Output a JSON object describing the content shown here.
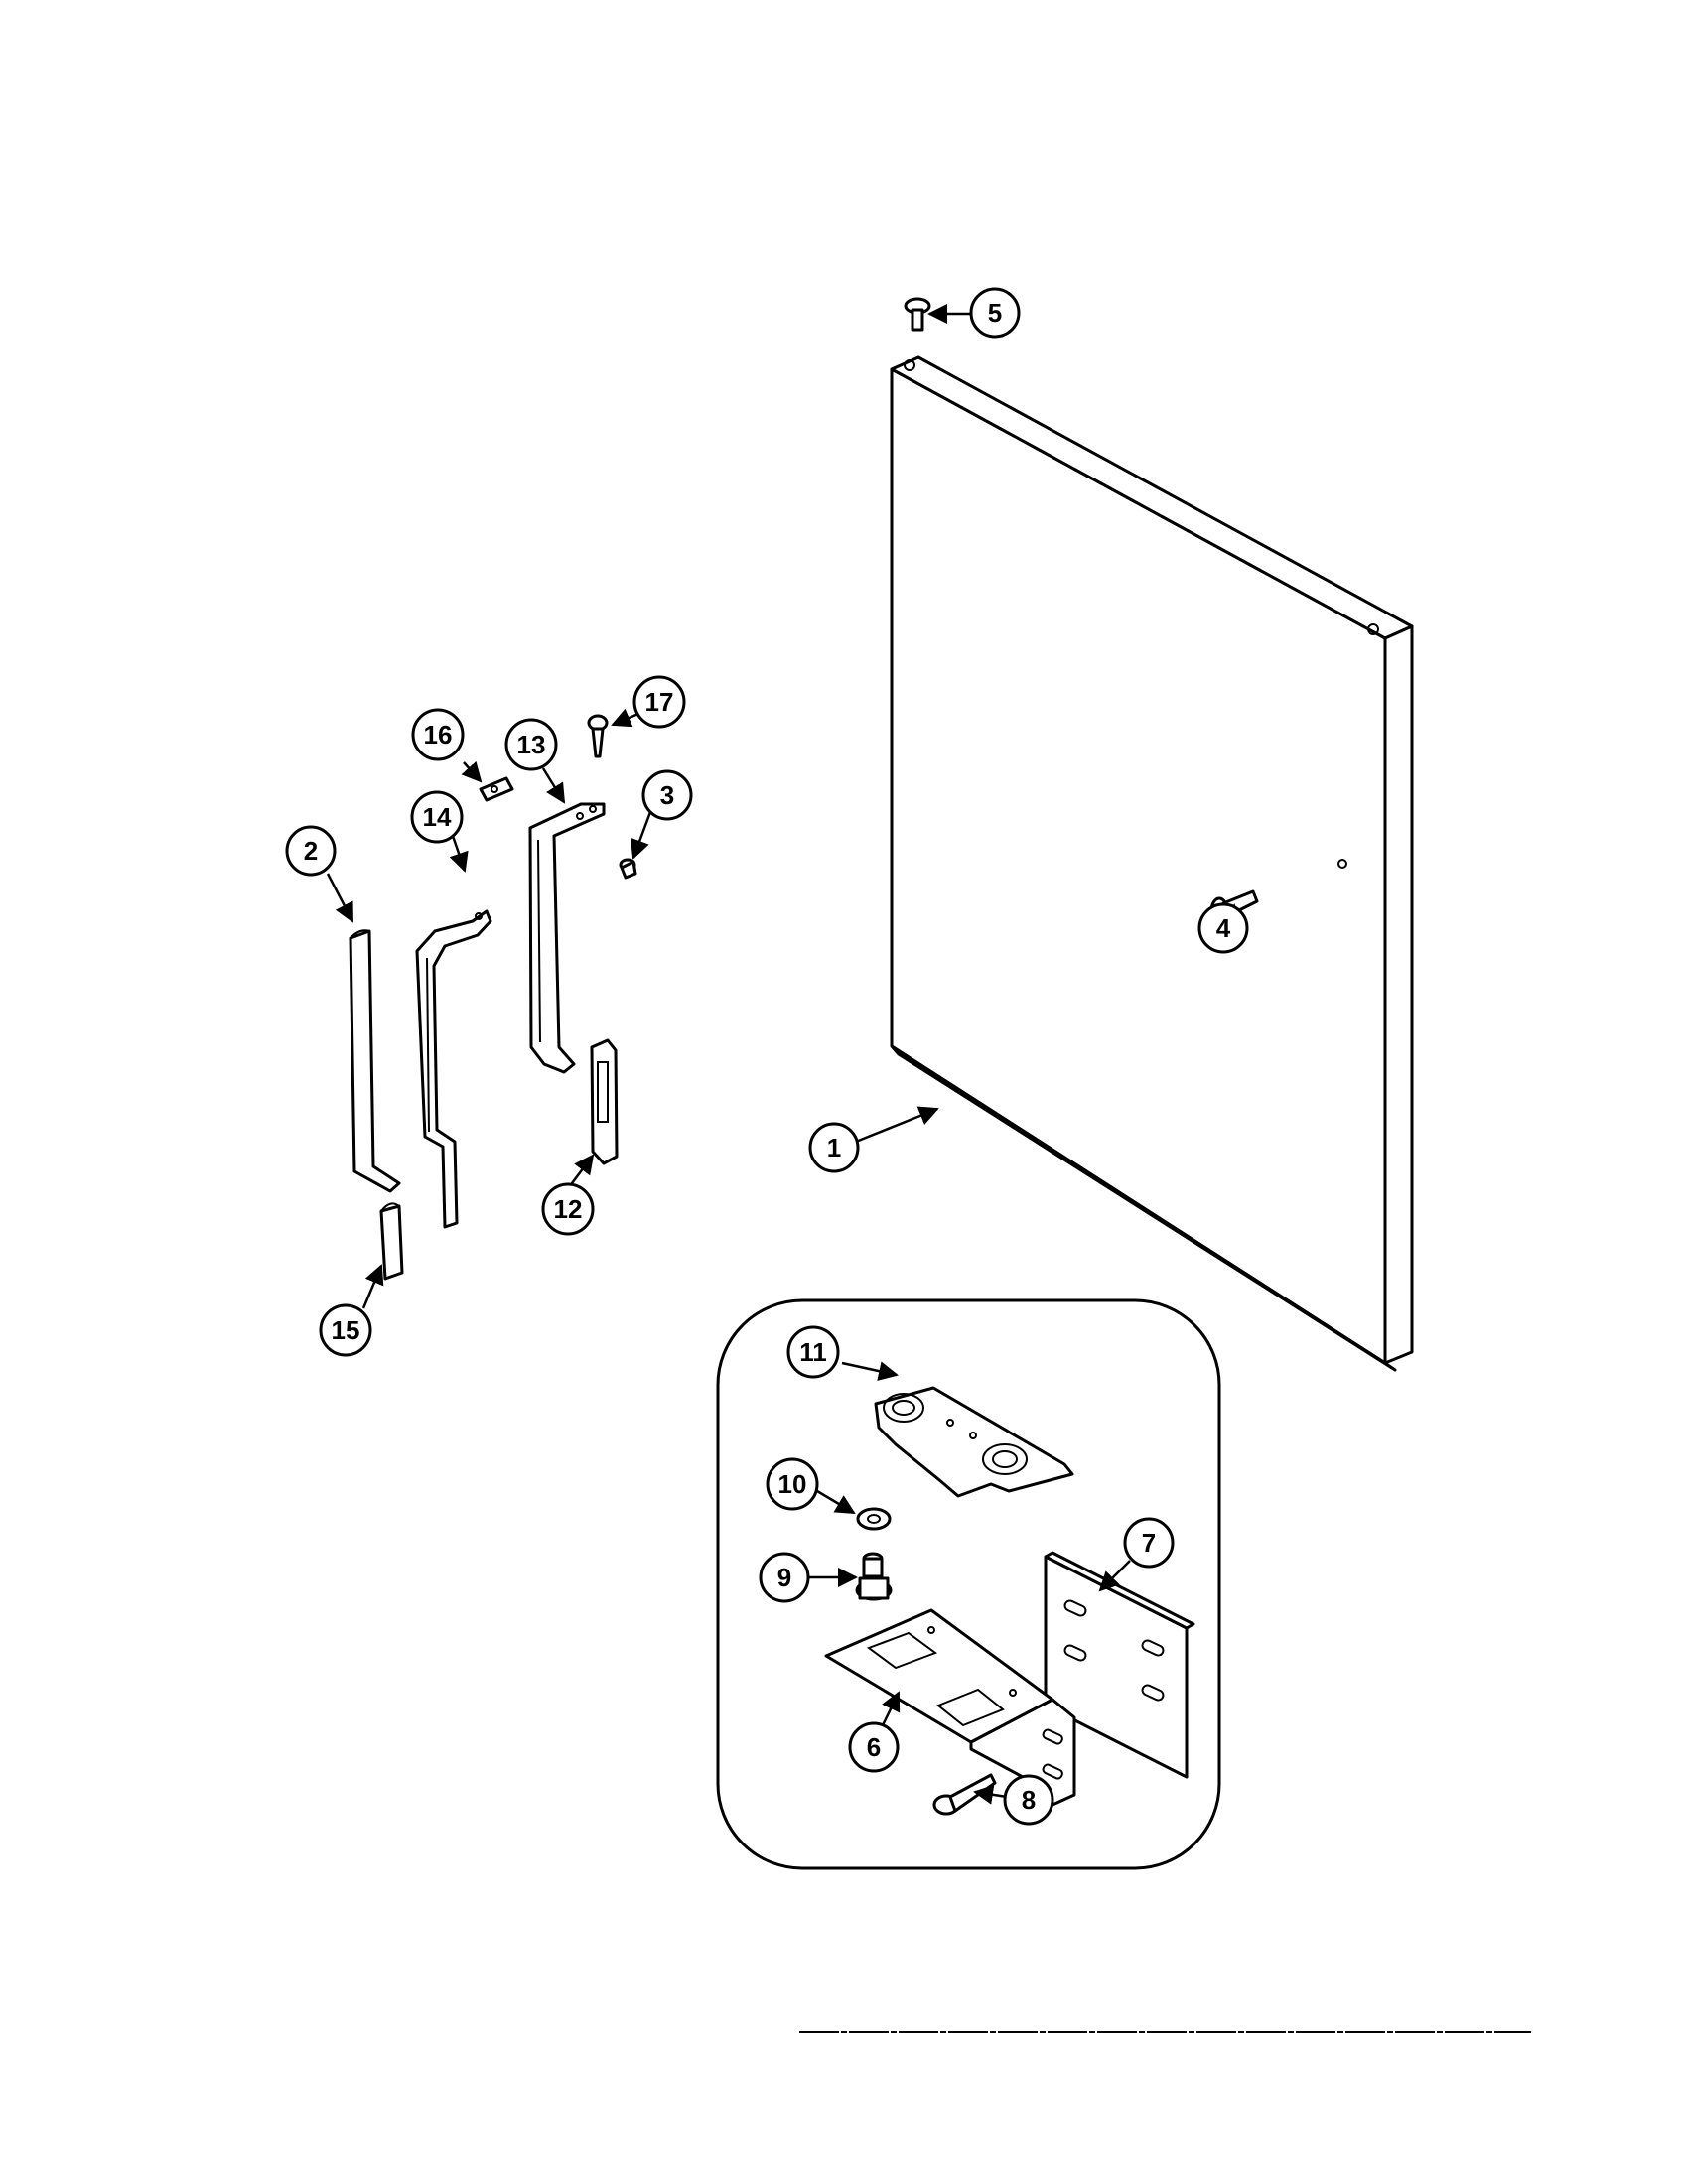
{
  "callouts": {
    "c1": "1",
    "c2": "2",
    "c3": "3",
    "c4": "4",
    "c5": "5",
    "c6": "6",
    "c7": "7",
    "c8": "8",
    "c9": "9",
    "c10": "10",
    "c11": "11",
    "c12": "12",
    "c13": "13",
    "c14": "14",
    "c15": "15",
    "c16": "16",
    "c17": "17"
  },
  "icons": {
    "door": "door-panel-icon",
    "hinge": "hinge-bracket-icon",
    "screw": "screw-icon"
  },
  "colors": {
    "ink": "#000000",
    "paper": "#ffffff"
  }
}
